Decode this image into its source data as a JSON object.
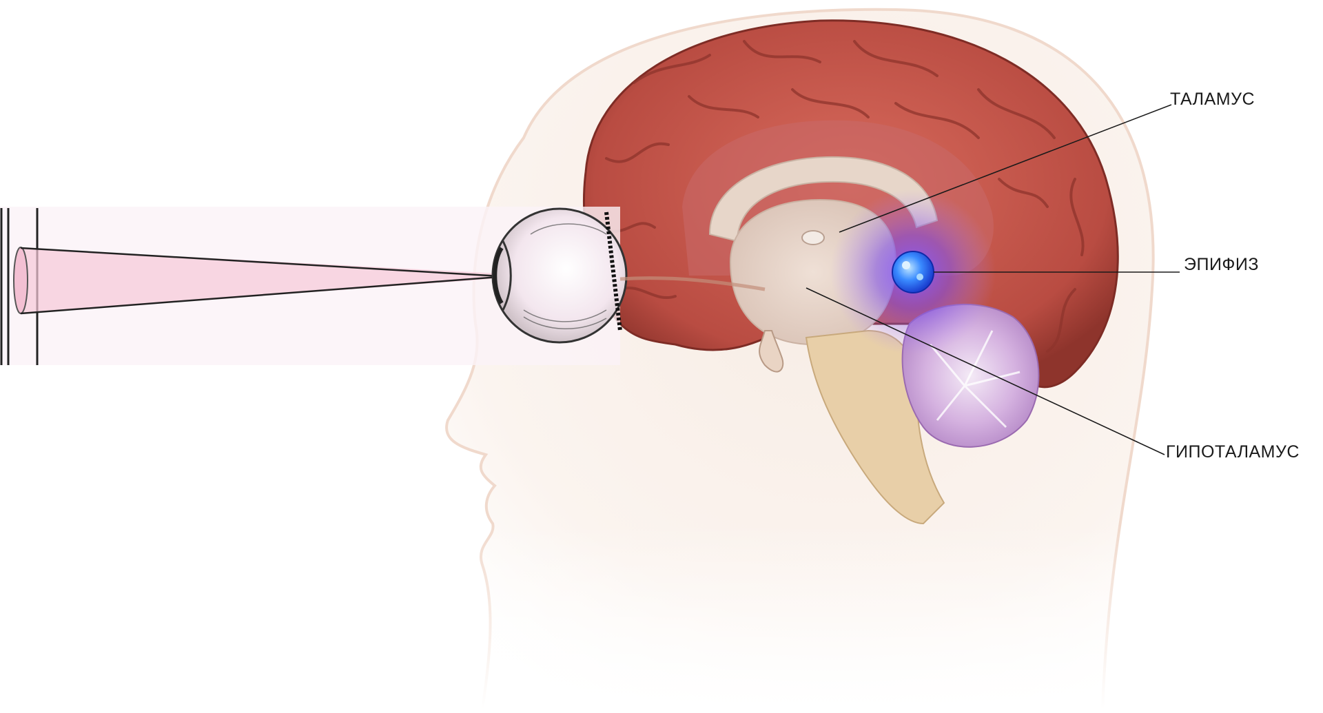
{
  "labels": {
    "thalamus": "ТАЛАМУС",
    "epiphysis": "ЭПИФИЗ",
    "hypothalamus": "ГИПОТАЛАМУС"
  },
  "colors": {
    "cortex": "#c2564a",
    "cortex_dark": "#8e342c",
    "head_skin": "#f6ebe2",
    "pineal_glow": "#6b3cff",
    "pineal_gland": "#3a7bff",
    "cerebellum": "#c9a0d8",
    "leader_line": "#1a1a1a"
  }
}
